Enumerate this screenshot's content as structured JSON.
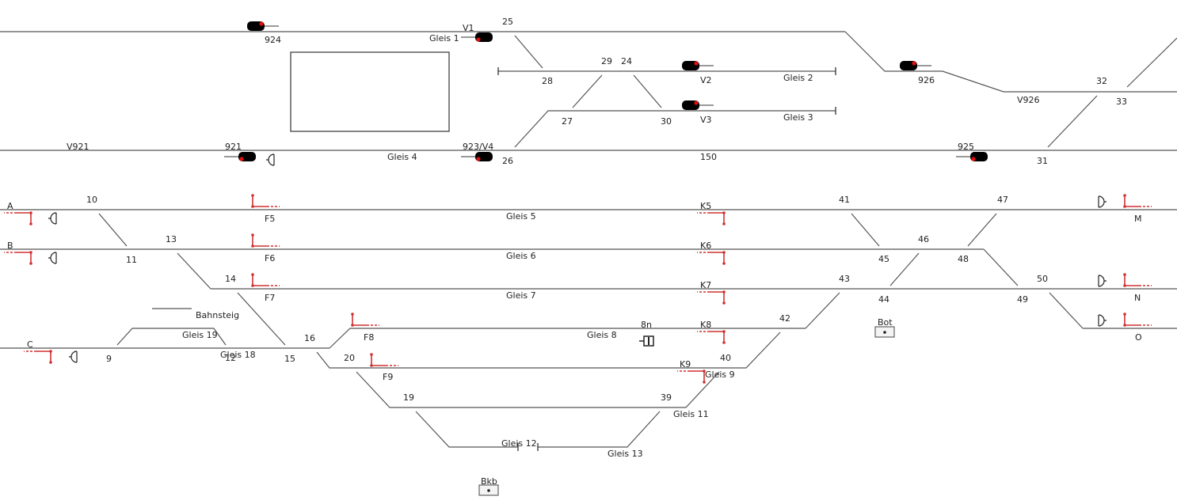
{
  "colors": {
    "track": "#555555",
    "signal_body": "#000000",
    "signal_lamp": "#e01010",
    "shunt": "#d03030",
    "text": "#222222"
  },
  "labels": {
    "t924": "924",
    "tV1": "V1",
    "tGleis1": "Gleis 1",
    "t25": "25",
    "t29": "29",
    "t24": "24",
    "t28": "28",
    "tV2": "V2",
    "tGleis2": "Gleis 2",
    "t27": "27",
    "t30": "30",
    "tV3": "V3",
    "tGleis3": "Gleis 3",
    "t926": "926",
    "tV926": "V926",
    "t32": "32",
    "t33": "33",
    "tV921": "V921",
    "t921": "921",
    "tGleis4": "Gleis 4",
    "t923V4": "923/V4",
    "t26": "26",
    "t150": "150",
    "t925": "925",
    "t31": "31",
    "tA": "A",
    "t10": "10",
    "tF5": "F5",
    "tGleis5": "Gleis 5",
    "tK5": "K5",
    "t41": "41",
    "t47": "47",
    "tM": "M",
    "tB": "B",
    "t13": "13",
    "t11": "11",
    "tF6": "F6",
    "tGleis6": "Gleis 6",
    "tK6": "K6",
    "t46": "46",
    "t45": "45",
    "t48": "48",
    "t14": "14",
    "tF7": "F7",
    "tGleis7": "Gleis 7",
    "tK7": "K7",
    "t43": "43",
    "t44": "44",
    "t50": "50",
    "t49": "49",
    "tN": "N",
    "tBahnsteig": "Bahnsteig",
    "tGleis19": "Gleis 19",
    "tC": "C",
    "t9": "9",
    "tGleis18": "Gleis 18",
    "t12": "12",
    "t16": "16",
    "t15": "15",
    "tF8": "F8",
    "tGleis8": "Gleis 8",
    "t8n": "8n",
    "tK8": "K8",
    "t42": "42",
    "tBot": "Bot",
    "tO": "O",
    "t20": "20",
    "tF9": "F9",
    "tK9": "K9",
    "t40": "40",
    "tGleis9": "Gleis 9",
    "t19": "19",
    "t39": "39",
    "tGleis11": "Gleis 11",
    "tGleis12": "Gleis 12",
    "tGleis13": "Gleis 13",
    "tBkb": "Bkb"
  }
}
